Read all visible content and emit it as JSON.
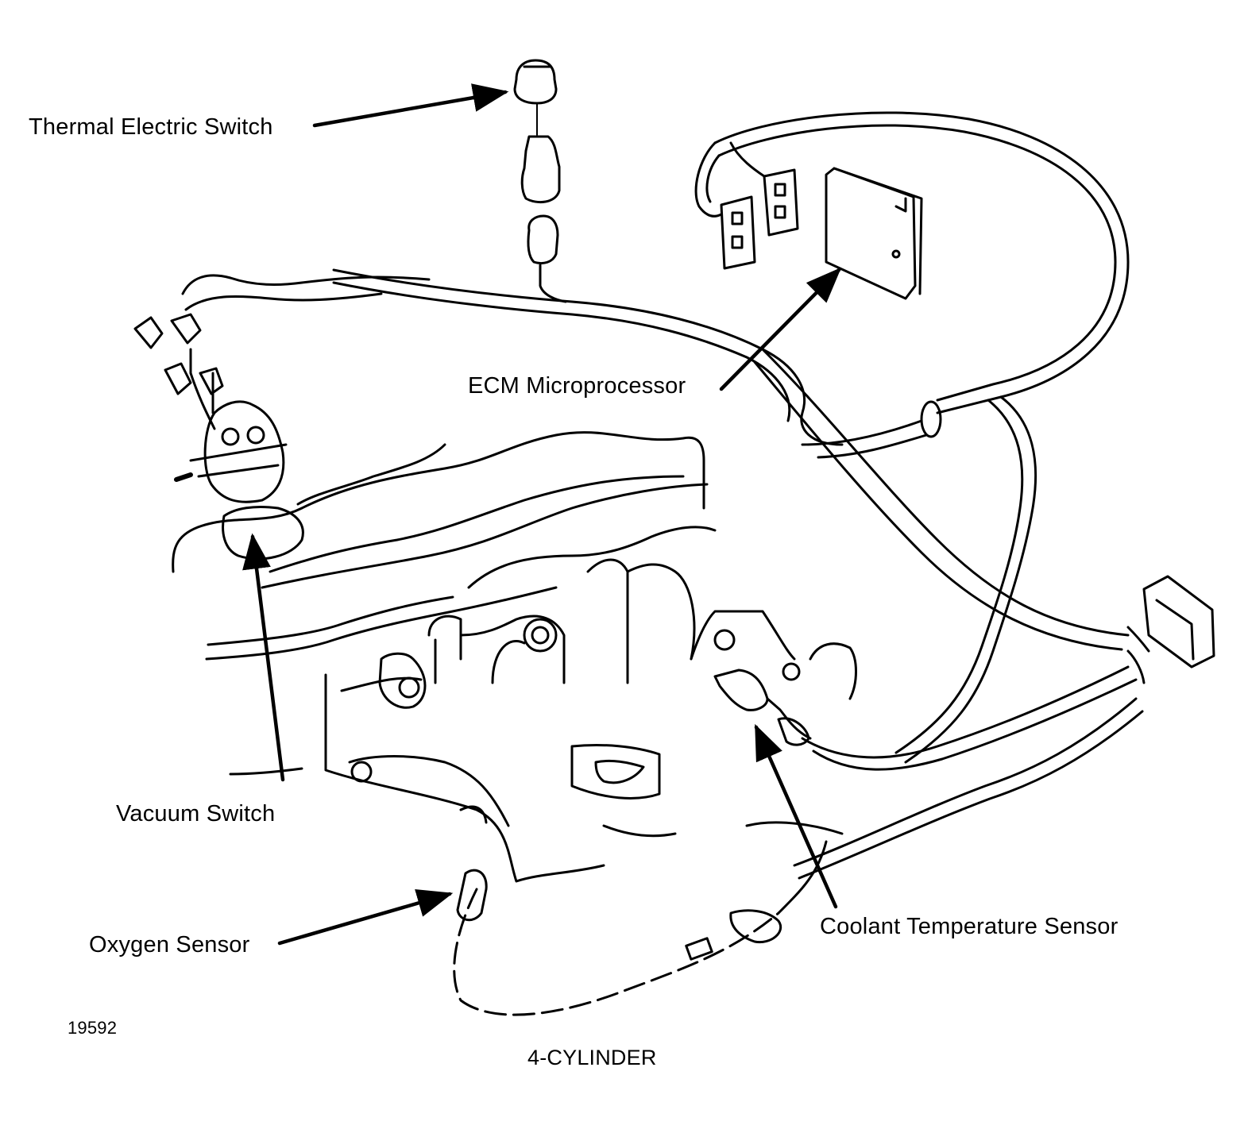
{
  "labels": {
    "thermal_switch": "Thermal Electric Switch",
    "ecm": "ECM Microprocessor",
    "vacuum_switch": "Vacuum Switch",
    "oxygen_sensor": "Oxygen Sensor",
    "coolant_sensor": "Coolant Temperature Sensor"
  },
  "figure_number": "19592",
  "caption": "4-CYLINDER",
  "colors": {
    "ink": "#000000",
    "paper": "#ffffff"
  }
}
